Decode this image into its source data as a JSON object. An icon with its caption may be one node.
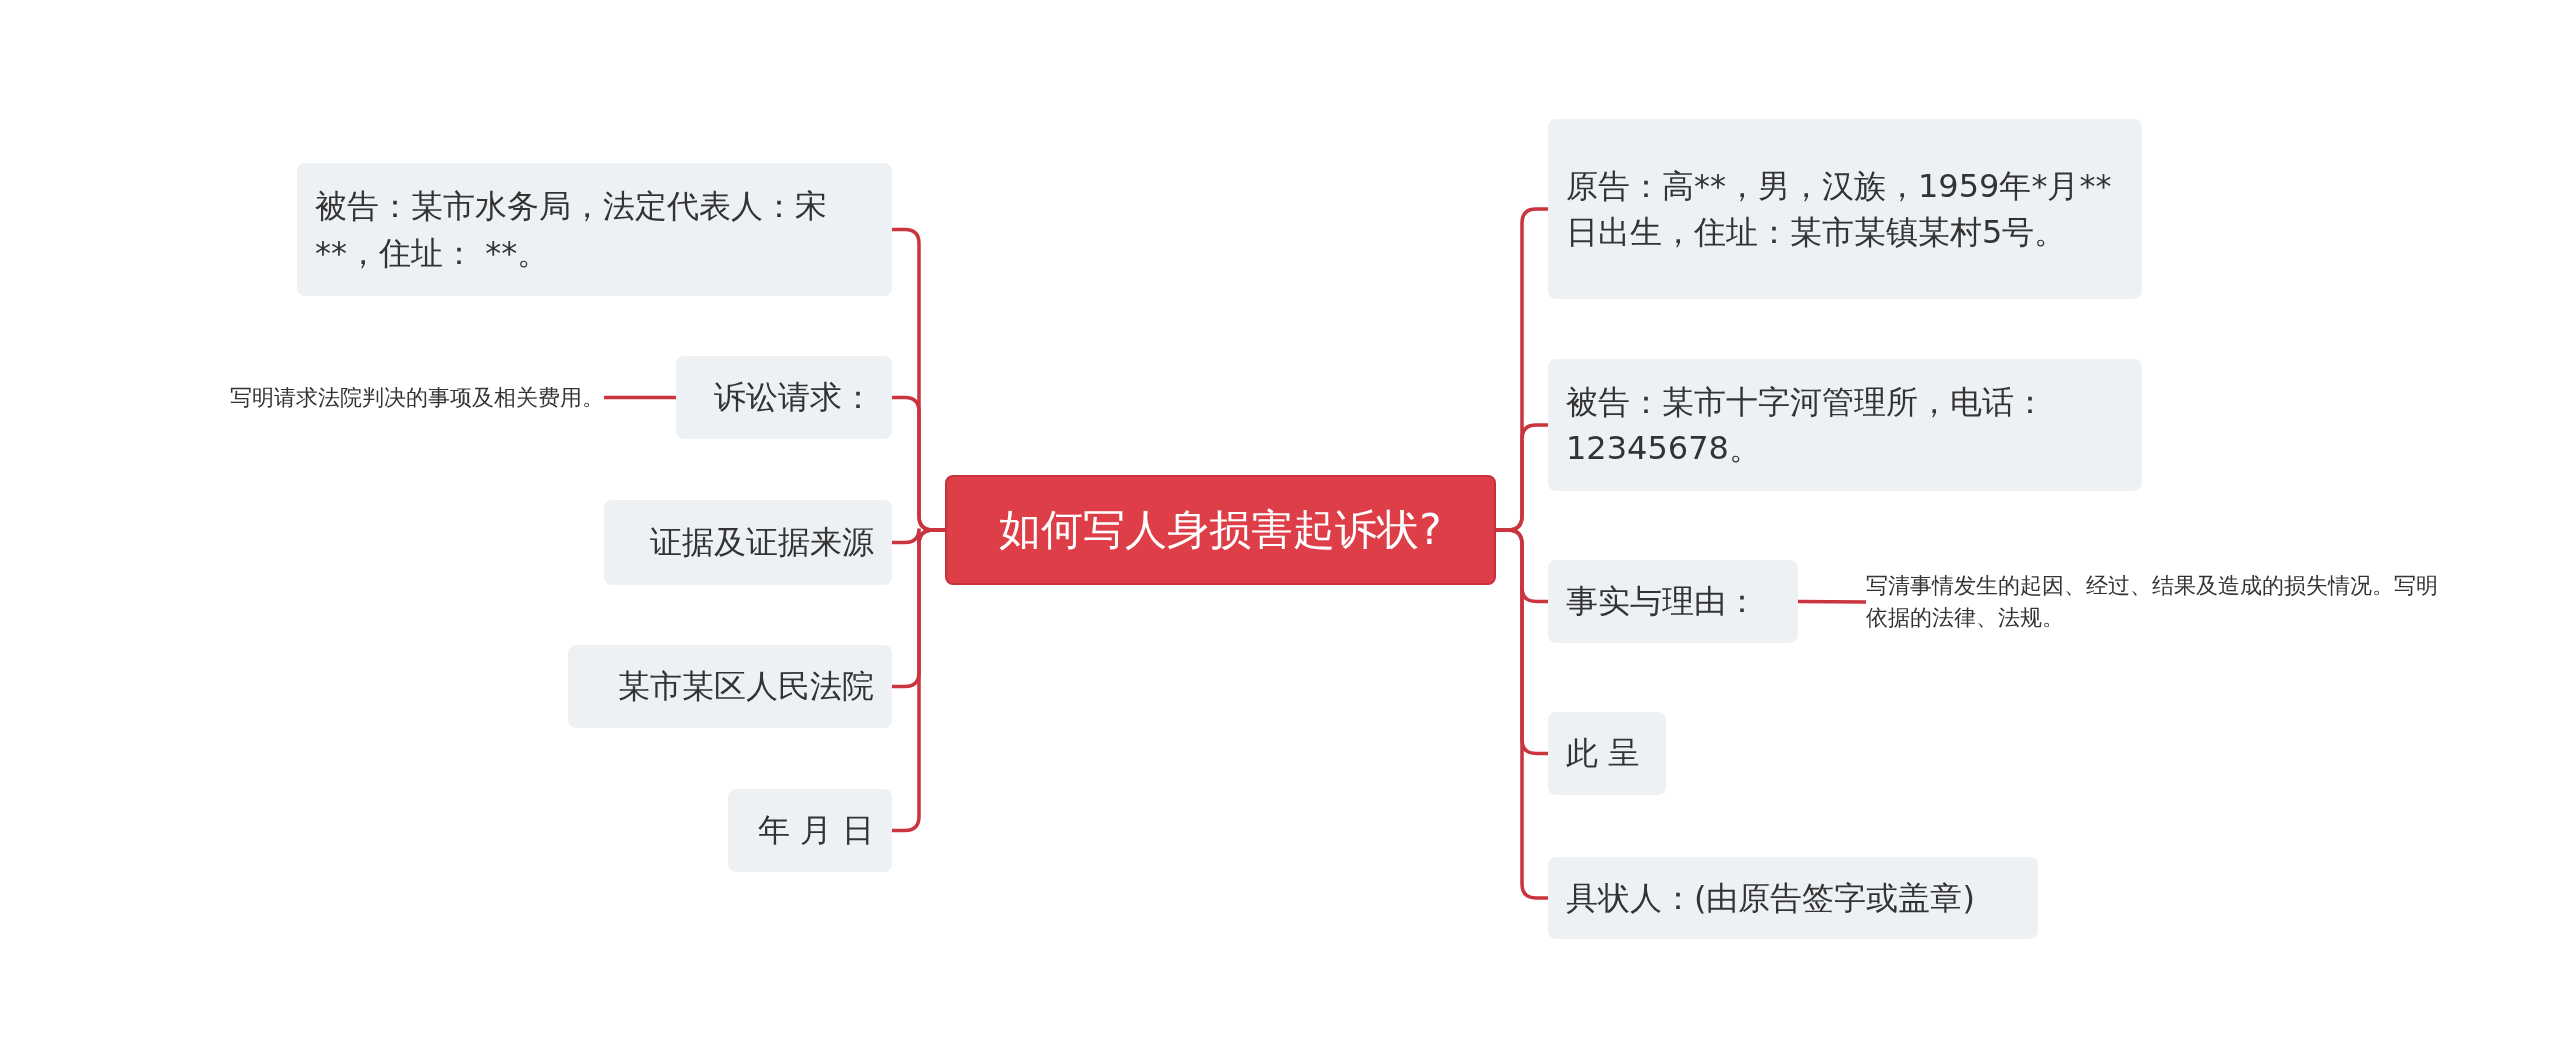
{
  "diagram": {
    "nodes": [
      {
        "text": [
          "如何写人身损害起诉状?"
        ]
      },
      {
        "text": [
          "被告：某市水务局，法定代表人：宋**，住址： **。"
        ]
      },
      {
        "text": [
          "诉讼请求："
        ]
      },
      {
        "text": [
          "写明请求法院判决的事项及相关费用。"
        ]
      },
      {
        "text": [
          "证据及证据来源"
        ]
      },
      {
        "text": [
          "某市某区人民法院"
        ]
      },
      {
        "text": [
          "年 月 日"
        ]
      },
      {
        "text": [
          "原告：高**，男，汉族，1959年*月**日出生，住址：某市某镇某村5号。"
        ]
      },
      {
        "text": [
          "被告：某市十字河管理所，电话：12345678。"
        ]
      },
      {
        "text": [
          "事实与理由："
        ]
      },
      {
        "text": [
          "写清事情发生的起因、经过、结果及造成的损失情况。写明依据的法律、法规。"
        ]
      },
      {
        "text": [
          "此 呈"
        ]
      },
      {
        "text": [
          "具状人：(由原告签字或盖章)"
        ]
      }
    ],
    "edges": [
      {
        "from": 0,
        "to": 1,
        "arrow": "none"
      },
      {
        "from": 0,
        "to": 2,
        "arrow": "none"
      },
      {
        "from": 2,
        "to": 3,
        "arrow": "none"
      },
      {
        "from": 0,
        "to": 4,
        "arrow": "none"
      },
      {
        "from": 0,
        "to": 5,
        "arrow": "none"
      },
      {
        "from": 0,
        "to": 6,
        "arrow": "none"
      },
      {
        "from": 0,
        "to": 7,
        "arrow": "none"
      },
      {
        "from": 0,
        "to": 8,
        "arrow": "none"
      },
      {
        "from": 0,
        "to": 9,
        "arrow": "none"
      },
      {
        "from": 9,
        "to": 10,
        "arrow": "none"
      },
      {
        "from": 0,
        "to": 11,
        "arrow": "none"
      },
      {
        "from": 0,
        "to": 12,
        "arrow": "none"
      }
    ]
  }
}
